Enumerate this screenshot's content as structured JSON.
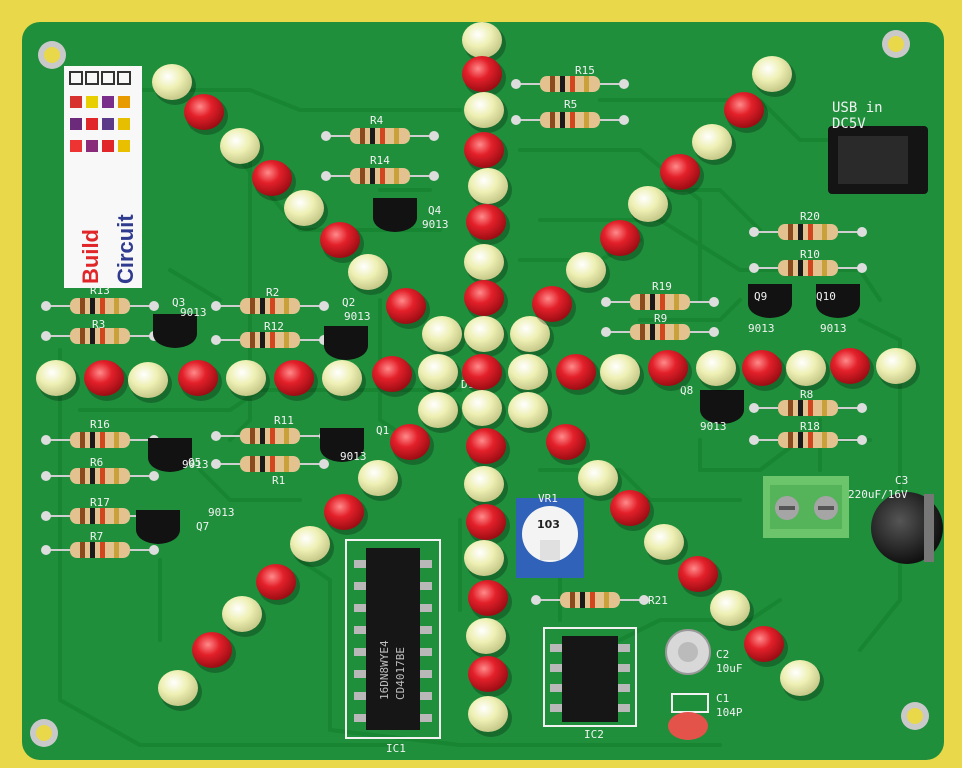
{
  "brand": {
    "word1": "Build",
    "word2": "Circuit"
  },
  "board": {
    "usb_label": "USB in",
    "usb_label2": "DC5V"
  },
  "resistors": [
    "R15",
    "R5",
    "R4",
    "R14",
    "R13",
    "R3",
    "R2",
    "R12",
    "R11",
    "R1",
    "R16",
    "R6",
    "R17",
    "R7",
    "R19",
    "R9",
    "R20",
    "R10",
    "R8",
    "R18",
    "R21"
  ],
  "transistors": {
    "part": "9013",
    "labels": [
      "Q4",
      "Q2",
      "Q3",
      "Q5",
      "Q7",
      "Q8",
      "Q9",
      "Q10",
      "Q1"
    ]
  },
  "ics": {
    "ic1": "IC1",
    "ic2": "IC2",
    "ic1_marking1": "16DN8WYE4",
    "ic1_marking2": "CD4017BE"
  },
  "pot": {
    "label": "VR1",
    "value": "103"
  },
  "center_led": "D1",
  "capacitors": {
    "c1": "C1",
    "c1_value": "104P",
    "c2": "C2",
    "c2_value": "10uF",
    "c3": "C3",
    "c3_value": "220uF/16V"
  },
  "colors": {
    "pcb": "#1f8f3c",
    "trace": "#178532",
    "led_red": "#e3202a",
    "led_yellow": "#eef0b4",
    "background": "#e8d84a"
  }
}
